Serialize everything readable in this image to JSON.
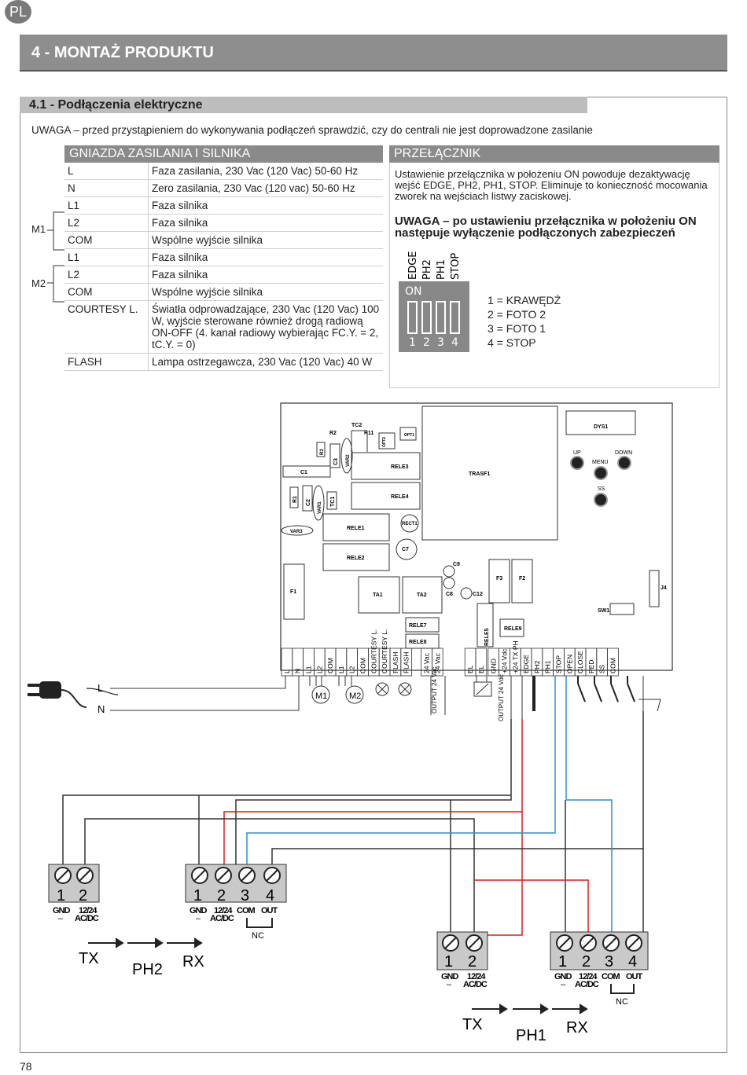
{
  "lang_badge": "PL",
  "chapter_title": "4 - MONTAŻ PRODUKTU",
  "section_title": "4.1 - Podłączenia elektryczne",
  "warning": "UWAGA – przed przystąpieniem do wykonywania podłączeń sprawdzić, czy do centrali nie jest doprowadzone zasilanie",
  "power_table": {
    "title": "GNIAZDA ZASILANIA I SILNIKA",
    "rows": [
      {
        "k": "L",
        "v": "Faza zasilania, 230 Vac (120 Vac) 50-60 Hz"
      },
      {
        "k": "N",
        "v": "Zero zasilania, 230 Vac (120 vac) 50-60 Hz"
      },
      {
        "k": "L1",
        "v": "Faza silnika"
      },
      {
        "k": "L2",
        "v": "Faza silnika"
      },
      {
        "k": "COM",
        "v": "Wspólne wyjście silnika"
      },
      {
        "k": "L1",
        "v": "Faza silnika"
      },
      {
        "k": "L2",
        "v": "Faza silnika"
      },
      {
        "k": "COM",
        "v": "Wspólne wyjście silnika"
      },
      {
        "k": "COURTESY L.",
        "v": "Światła odprowadzające, 230 Vac (120 Vac) 100 W, wyjście sterowane również drogą radiową ON-OFF (4. kanał radiowy wybierając FC.Y. = 2, tC.Y. = 0)"
      },
      {
        "k": "FLASH",
        "v": "Lampa ostrzegawcza, 230 Vac (120 Vac) 40 W"
      }
    ],
    "m1": "M1",
    "m2": "M2"
  },
  "switch_box": {
    "title": "PRZEŁĄCZNIK",
    "text": "Ustawienie przełącznika w położeniu ON powoduje dezaktywację wejść EDGE, PH2, PH1, STOP. Eliminuje to konieczność mocowania zworek na wejściach listwy zaciskowej.",
    "warn": "UWAGA – po ustawieniu przełącznika w położeniu ON następuje wyłączenie podłączonych zabezpieczeń",
    "dip_labels": [
      "EDGE",
      "PH2",
      "PH1",
      "STOP"
    ],
    "on": "ON",
    "numbers": [
      "1",
      "2",
      "3",
      "4"
    ],
    "legend": [
      "1 = KRAWĘDŹ",
      "2 = FOTO 2",
      "3 = FOTO 1",
      "4 = STOP"
    ]
  },
  "board": {
    "parts": [
      "DYS1",
      "UP",
      "DOWN",
      "MENU",
      "SS",
      "TRASF1",
      "RELE3",
      "RELE4",
      "RELE1",
      "RELE2",
      "RECT1",
      "C7",
      "C9",
      "C8",
      "C12",
      "F3",
      "F2",
      "F1",
      "TA1",
      "TA2",
      "RELE7",
      "RELE8",
      "RELE5",
      "RELE9",
      "J4",
      "SW1",
      "C1",
      "C2",
      "C3",
      "R1",
      "R2",
      "R3",
      "R11",
      "TC1",
      "TC2",
      "VAR1",
      "VAR2",
      "VAR3",
      "OPT1",
      "OPT2"
    ],
    "terminals": [
      "L",
      "N",
      "L1",
      "L2",
      "COM",
      "L1",
      "L2",
      "COM",
      "COURTESY L.",
      "COURTESY L.",
      "FLASH",
      "FLASH",
      "24 Vac",
      "24 Vac",
      "EL",
      "EL",
      "GND",
      "+24 Vdc",
      "+24 TX PH",
      "EDGE",
      "PH2",
      "PH1",
      "STOP",
      "OPEN",
      "CLOSE",
      "PED",
      "SS",
      "COM"
    ],
    "output_24vac": "OUTPUT 24 Vac",
    "output_24vdc": "OUTPUT 24 Vdc",
    "mains_L": "L",
    "mains_N": "N",
    "m1": "M1",
    "m2": "M2"
  },
  "photocells": {
    "ph2_tx": {
      "nums": [
        "1",
        "2"
      ],
      "labels": [
        "GND",
        "12/24"
      ],
      "sub": [
        "–",
        "AC/DC"
      ]
    },
    "ph2_rx": {
      "nums": [
        "1",
        "2",
        "3",
        "4"
      ],
      "labels": [
        "GND",
        "12/24",
        "COM",
        "OUT"
      ],
      "sub": [
        "–",
        "AC/DC"
      ],
      "nc": "NC"
    },
    "ph1_tx": {
      "nums": [
        "1",
        "2"
      ],
      "labels": [
        "GND",
        "12/24"
      ],
      "sub": [
        "–",
        "AC/DC"
      ]
    },
    "ph1_rx": {
      "nums": [
        "1",
        "2",
        "3",
        "4"
      ],
      "labels": [
        "GND",
        "12/24",
        "COM",
        "OUT"
      ],
      "sub": [
        "–",
        "AC/DC"
      ],
      "nc": "NC"
    },
    "tx": "TX",
    "rx": "RX",
    "ph2": "PH2",
    "ph1": "PH1"
  },
  "page_number": "78",
  "colors": {
    "red": "#d81e1e",
    "blue": "#2b8fd0",
    "wire": "#333333",
    "header_gray": "#8e8e8e"
  }
}
